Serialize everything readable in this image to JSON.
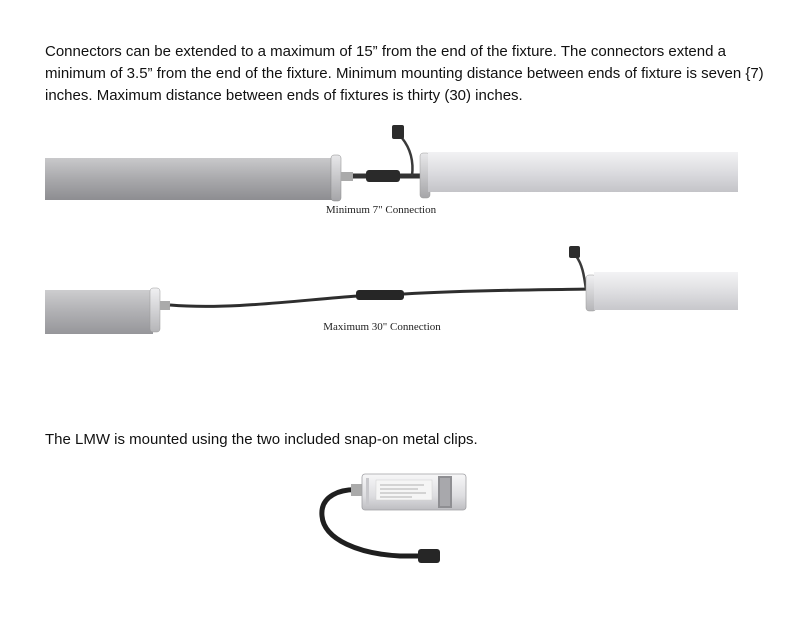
{
  "document": {
    "paragraph_1": "Connectors can be extended to a maximum of 15” from the end of the fixture. The connectors extend a minimum of 3.5” from the end of the fixture. Minimum mounting distance between ends of fixture is seven {7) inches. Maximum distance between ends of fixtures is thirty (30) inches.",
    "figure_1_caption": "Minimum 7\" Connection",
    "figure_2_caption": "Maximum 30\" Connection",
    "paragraph_2": "The LMW is mounted using the two included snap-on metal clips."
  }
}
